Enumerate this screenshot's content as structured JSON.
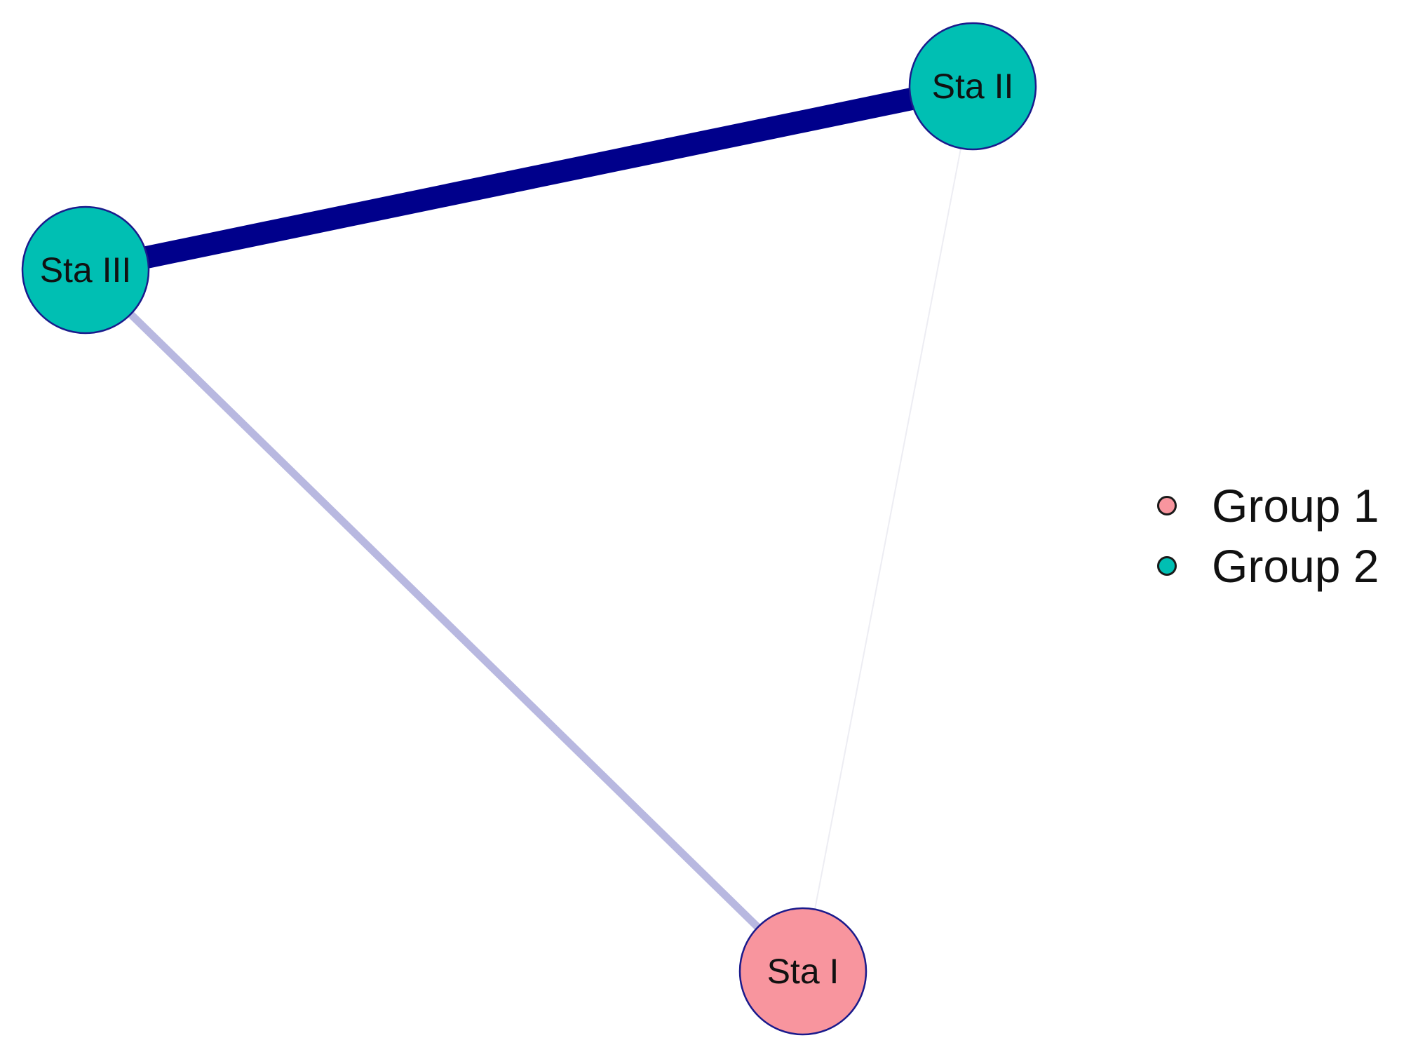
{
  "diagram": {
    "type": "network",
    "nodes": [
      {
        "id": "sta1",
        "label": "Sta I",
        "group": "Group 1",
        "color": "#F8959E"
      },
      {
        "id": "sta2",
        "label": "Sta II",
        "group": "Group 2",
        "color": "#00BFB3"
      },
      {
        "id": "sta3",
        "label": "Sta III",
        "group": "Group 2",
        "color": "#00BFB3"
      }
    ],
    "edges": [
      {
        "from": "sta3",
        "to": "sta2",
        "strength": "strong",
        "color": "#00008B"
      },
      {
        "from": "sta3",
        "to": "sta1",
        "strength": "moderate",
        "color": "#B8B8E0"
      },
      {
        "from": "sta2",
        "to": "sta1",
        "strength": "weak",
        "color": "#EDEDF3"
      }
    ],
    "node_border_color": "#1A1A8C"
  },
  "legend": {
    "items": [
      {
        "label": "Group 1",
        "color": "#F8959E"
      },
      {
        "label": "Group 2",
        "color": "#00BFB3"
      }
    ]
  }
}
